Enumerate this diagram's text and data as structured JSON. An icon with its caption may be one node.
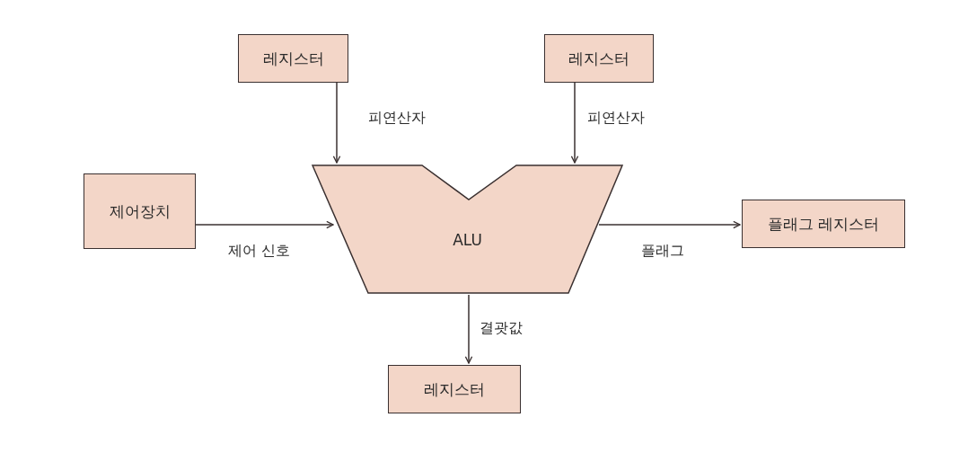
{
  "diagram": {
    "nodes": [
      {
        "text": [
          "레지스터"
        ]
      },
      {
        "text": [
          "레지스터"
        ]
      },
      {
        "text": [
          "제어장치"
        ]
      },
      {
        "text": [
          "ALU"
        ]
      },
      {
        "text": [
          "플래그 레지스터"
        ]
      },
      {
        "text": [
          "레지스터"
        ]
      }
    ],
    "edges": [
      {
        "from": 0,
        "to": 3,
        "arrow": "to",
        "label": "피연산자"
      },
      {
        "from": 1,
        "to": 3,
        "arrow": "to",
        "label": "피연산자"
      },
      {
        "from": 2,
        "to": 3,
        "arrow": "to",
        "label": "제어 신호"
      },
      {
        "from": 3,
        "to": 4,
        "arrow": "to",
        "label": "플래그"
      },
      {
        "from": 3,
        "to": 5,
        "arrow": "to",
        "label": "결괏값"
      }
    ]
  }
}
